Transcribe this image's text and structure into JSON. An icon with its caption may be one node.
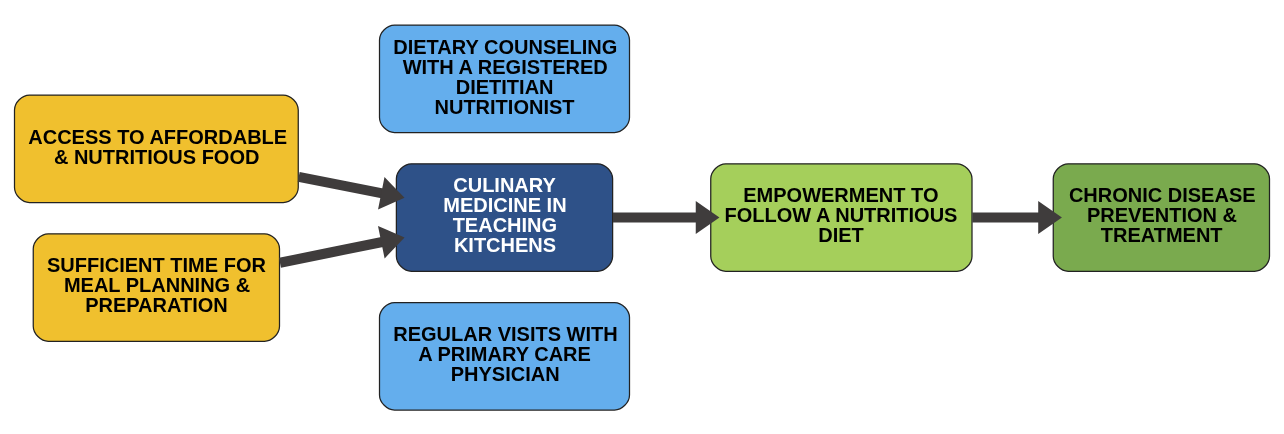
{
  "diagram": {
    "nodes": [
      {
        "text": [
          "ACCESS TO AFFORDABLE & NUTRITIOUS FOOD"
        ]
      },
      {
        "text": [
          "SUFFICIENT TIME FOR MEAL PLANNING & PREPARATION"
        ]
      },
      {
        "text": [
          "DIETARY COUNSELING WITH A REGISTERED DIETITIAN NUTRITIONIST"
        ]
      },
      {
        "text": [
          "CULINARY MEDICINE IN TEACHING KITCHENS"
        ]
      },
      {
        "text": [
          "REGULAR VISITS WITH A PRIMARY CARE PHYSICIAN"
        ]
      },
      {
        "text": [
          "EMPOWERMENT TO FOLLOW A NUTRITIOUS DIET"
        ]
      },
      {
        "text": [
          "CHRONIC DISEASE PREVENTION & TREATMENT"
        ]
      }
    ],
    "edges": [
      {
        "from": 0,
        "to": 3,
        "arrow": "to"
      },
      {
        "from": 1,
        "to": 3,
        "arrow": "to"
      },
      {
        "from": 3,
        "to": 5,
        "arrow": "to"
      },
      {
        "from": 5,
        "to": 6,
        "arrow": "to"
      }
    ]
  }
}
